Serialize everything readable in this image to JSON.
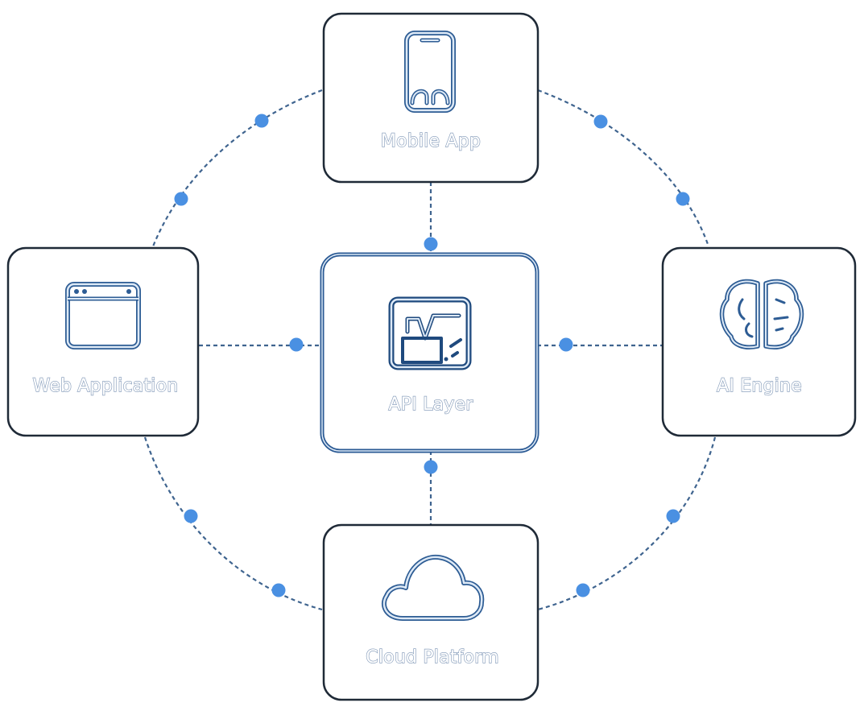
{
  "diagram": {
    "nodes": {
      "mobile": {
        "label": "Mobile App",
        "icon": "smartphone-icon"
      },
      "web": {
        "label": "Web Application",
        "icon": "browser-window-icon"
      },
      "api": {
        "label": "API Layer",
        "icon": "api-monitor-icon"
      },
      "ai": {
        "label": "AI Engine",
        "icon": "brain-icon"
      },
      "cloud": {
        "label": "Cloud Platform",
        "icon": "cloud-icon"
      }
    },
    "edges": [
      {
        "from": "mobile",
        "to": "api"
      },
      {
        "from": "web",
        "to": "api"
      },
      {
        "from": "ai",
        "to": "api"
      },
      {
        "from": "cloud",
        "to": "api"
      },
      {
        "from": "mobile",
        "to": "web"
      },
      {
        "from": "mobile",
        "to": "ai"
      },
      {
        "from": "web",
        "to": "cloud"
      },
      {
        "from": "ai",
        "to": "cloud"
      }
    ],
    "colors": {
      "node_border": "#1f2a37",
      "api_border": "#2b5a94",
      "connector": "#3f648f",
      "dot": "#4a90e2",
      "icon_outline": "#2d5c94",
      "icon_fill": "#dde9f6",
      "label_outline": "#8ea3bf"
    }
  }
}
